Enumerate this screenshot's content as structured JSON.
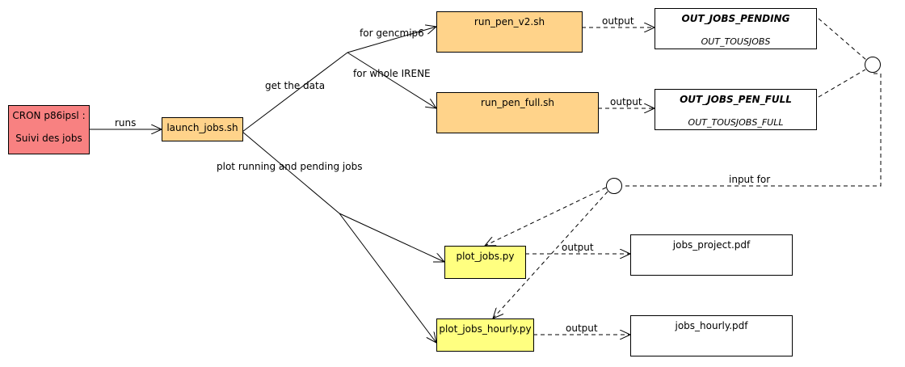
{
  "nodes": {
    "cron": {
      "line1": "CRON p86ipsl :",
      "line2": "Suivi des jobs",
      "color": "#f88181"
    },
    "launch": {
      "label": "launch_jobs.sh",
      "color": "#ffd38a"
    },
    "run_pen_v2": {
      "label": "run_pen_v2.sh",
      "color": "#ffd38a"
    },
    "run_pen_full": {
      "label": "run_pen_full.sh",
      "color": "#ffd38a"
    },
    "plot_jobs": {
      "label": "plot_jobs.py",
      "color": "#ffff80"
    },
    "plot_jobs_hourly": {
      "label": "plot_jobs_hourly.py",
      "color": "#ffff80"
    },
    "out_pending": {
      "title": "OUT_JOBS_PENDING",
      "subtitle": "OUT_TOUSJOBS"
    },
    "out_full": {
      "title": "OUT_JOBS_PEN_FULL",
      "subtitle": "OUT_TOUSJOBS_FULL"
    },
    "jobs_project": {
      "label": "jobs_project.pdf"
    },
    "jobs_hourly": {
      "label": "jobs_hourly.pdf"
    }
  },
  "edges": {
    "runs": "runs",
    "get_data": "get the data",
    "for_gencmip6": "for gencmip6",
    "for_whole_irene": "for whole IRENE",
    "plot_running": "plot running and pending jobs",
    "output_v2": "output",
    "output_full": "output",
    "output_plot": "output",
    "output_hourly": "output",
    "input_for": "input for"
  }
}
